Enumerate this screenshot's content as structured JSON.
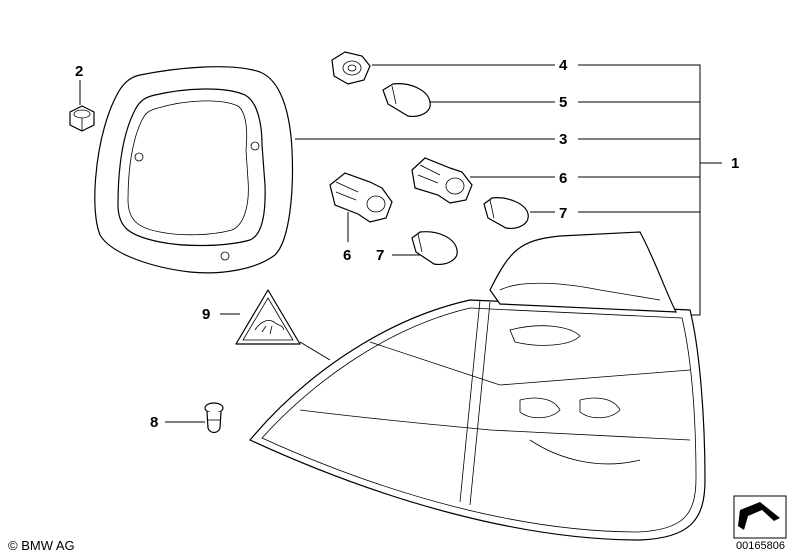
{
  "callouts": {
    "c1": "1",
    "c2": "2",
    "c3": "3",
    "c4": "4",
    "c5": "5",
    "c6a": "6",
    "c6b": "6",
    "c7a": "7",
    "c7b": "7",
    "c8": "8",
    "c9": "9"
  },
  "footer": {
    "copyright": "© BMW AG",
    "diagram_number": "00165806"
  },
  "icons": {
    "nav": "arrow-icon"
  }
}
